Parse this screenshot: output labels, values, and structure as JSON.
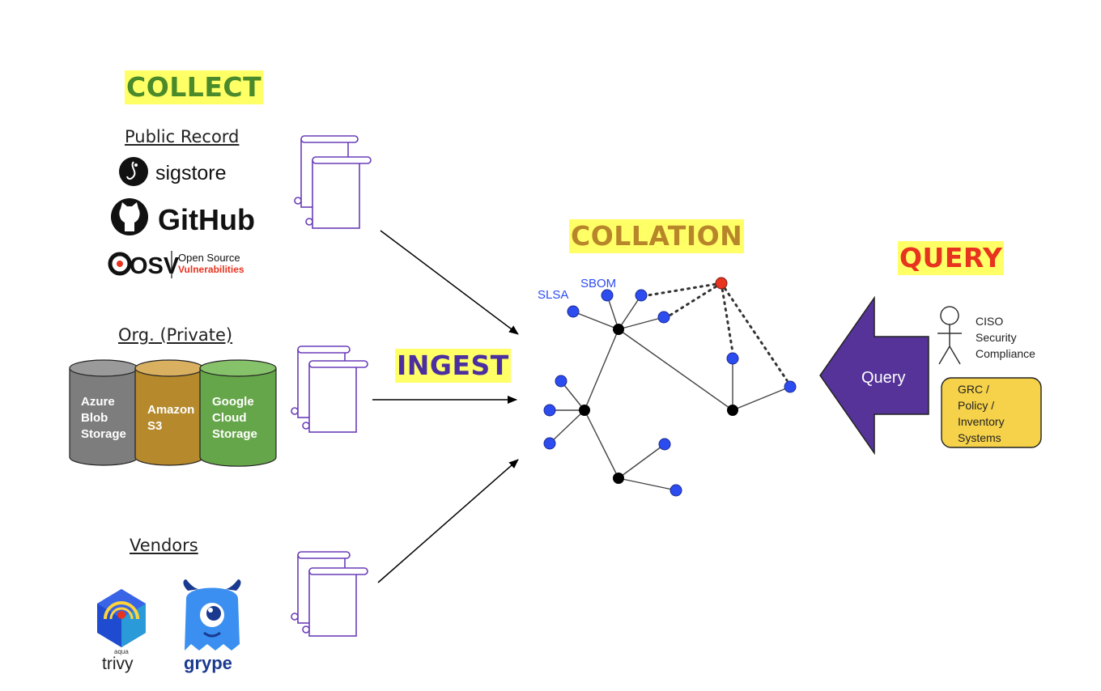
{
  "headings": {
    "collect": "COLLECT",
    "ingest": "INGEST",
    "collation": "COLLATION",
    "query": "QUERY"
  },
  "colors": {
    "collect": "#4a8a2a",
    "ingest": "#4b2ea0",
    "collation": "#b8862a",
    "query": "#e8331f",
    "highlight": "#ffff66",
    "node_blue": "#2d4cf0",
    "node_black": "#000000",
    "node_red": "#e8331f",
    "doc_stroke": "#6a3db8",
    "query_arrow": "#553399",
    "grc_fill": "#f6d24a"
  },
  "sources": {
    "public_record": {
      "label": "Public Record",
      "items": [
        "sigstore",
        "GitHub",
        "OSV"
      ],
      "osv_line1": "Open Source",
      "osv_line2": "Vulnerabilities"
    },
    "org_private": {
      "label": "Org. (Private)",
      "storage": [
        {
          "lines": [
            "Azure",
            "Blob",
            "Storage"
          ],
          "color": "#7d7d7d"
        },
        {
          "lines": [
            "Amazon",
            "S3"
          ],
          "color": "#b5892c"
        },
        {
          "lines": [
            "Google",
            "Cloud",
            "Storage"
          ],
          "color": "#66a64a"
        }
      ]
    },
    "vendors": {
      "label": "Vendors",
      "items": [
        "aqua",
        "trivy",
        "grype"
      ]
    }
  },
  "graph": {
    "labels": {
      "slsa": "SLSA",
      "sbom": "SBOM"
    }
  },
  "query": {
    "arrow_label": "Query",
    "roles": [
      "CISO",
      "Security",
      "Compliance"
    ],
    "grc_lines": [
      "GRC /",
      "Policy /",
      "Inventory",
      "Systems"
    ]
  }
}
